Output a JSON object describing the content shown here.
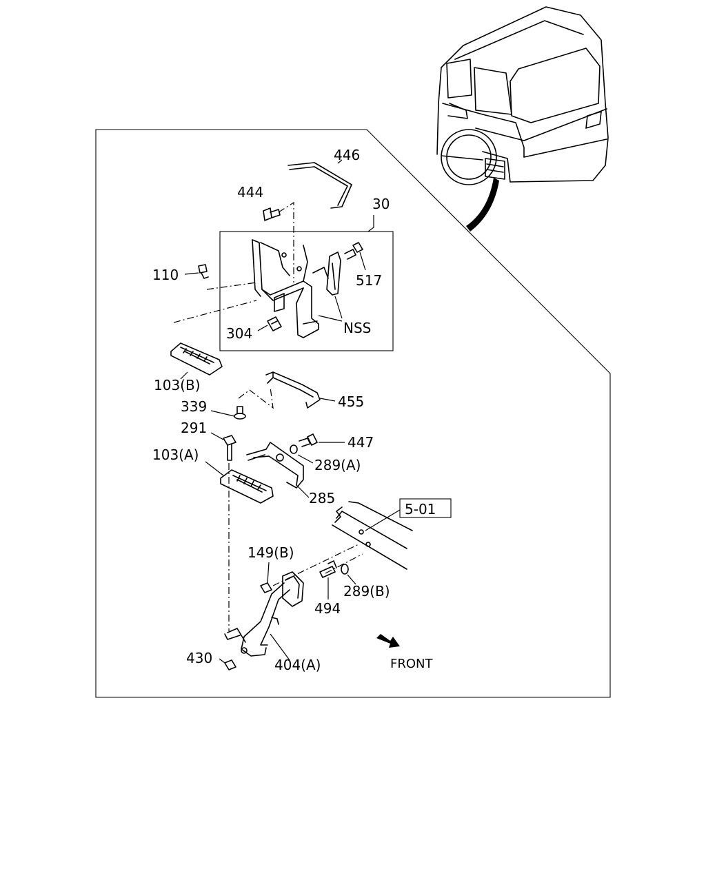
{
  "callouts": {
    "p446": "446",
    "p444": "444",
    "p30": "30",
    "p110": "110",
    "p517": "517",
    "p304": "304",
    "nss": "NSS",
    "p103b": "103(B)",
    "p339": "339",
    "p455": "455",
    "p291": "291",
    "p447": "447",
    "p103a": "103(A)",
    "p289a": "289(A)",
    "p285": "285",
    "p501": "5-01",
    "p149b": "149(B)",
    "p289b": "289(B)",
    "p494": "494",
    "p430": "430",
    "p404a": "404(A)"
  },
  "direction": {
    "label": "FRONT"
  }
}
